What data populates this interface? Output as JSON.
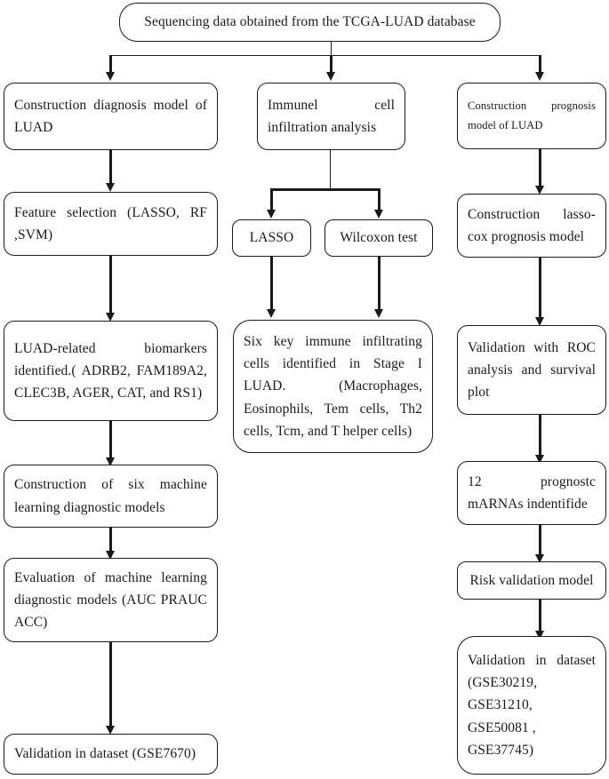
{
  "diagram": {
    "title": "LUAD study workflow flowchart",
    "line_color": "#1a1a1a",
    "background": "#ffffff",
    "nodes": {
      "root": "Sequencing data obtained from the TCGA-LUAD database",
      "left": {
        "n1": "Construction diagnosis model of LUAD",
        "n2": "Feature selection (LASSO, RF ,SVM)",
        "n3": "LUAD-related biomarkers identified.( ADRB2, FAM189A2, CLEC3B, AGER, CAT, and RS1)",
        "n4": "Construction of six machine learning diagnostic models",
        "n5": "Evaluation of machine learning diagnostic models (AUC PRAUC ACC)",
        "n6": "Validation in dataset (GSE7670)"
      },
      "middle": {
        "m1": "Immunel cell infiltration analysis",
        "m2a": "LASSO",
        "m2b": "Wilcoxon test",
        "m3": "Six key immune infiltrating cells identified in Stage I LUAD. (Macrophages, Eosinophils, Tem cells, Th2 cells, Tcm, and T helper cells)"
      },
      "right": {
        "r1": "Construction prognosis model of LUAD",
        "r2": "Construction lasso-cox prognosis model",
        "r3": "Validation with ROC analysis and survival plot",
        "r4": "12 prognostc mARNAs indentifide",
        "r5": "Risk validation model",
        "r6": "Validation in dataset (GSE30219,\nGSE31210,\nGSE50081 ,\nGSE37745)"
      }
    }
  }
}
